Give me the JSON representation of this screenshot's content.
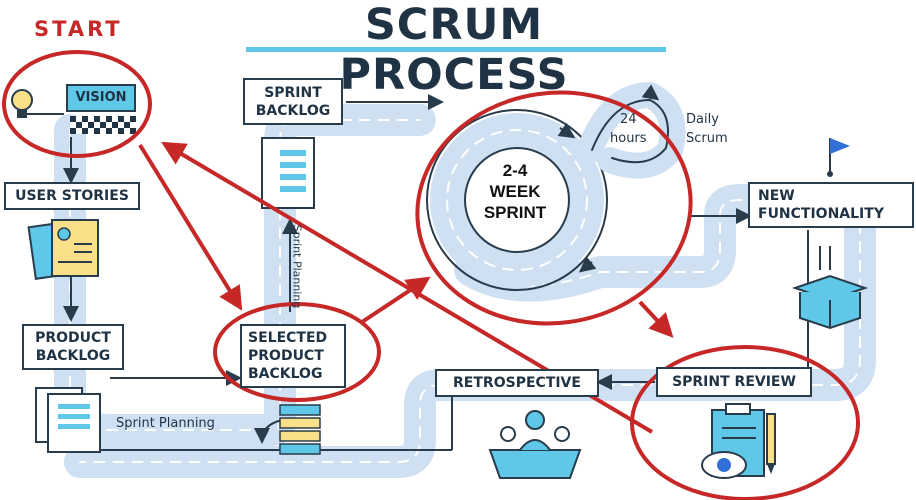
{
  "title": "SCRUM PROCESS",
  "start_label": "START",
  "steps": {
    "vision": "VISION",
    "user_stories": "USER STORIES",
    "product_backlog": [
      "PRODUCT",
      "BACKLOG"
    ],
    "sprint_backlog": [
      "SPRINT",
      "BACKLOG"
    ],
    "selected_product_backlog": [
      "SELECTED",
      "PRODUCT",
      "BACKLOG"
    ],
    "sprint": [
      "2-4",
      "WEEK",
      "SPRINT"
    ],
    "new_functionality": [
      "NEW",
      "FUNCTIONALITY"
    ],
    "sprint_review": "SPRINT REVIEW",
    "retrospective": "RETROSPECTIVE"
  },
  "labels": {
    "hours": [
      "24",
      "hours"
    ],
    "daily_scrum": [
      "Daily",
      "Scrum"
    ],
    "sprint_planning_h": "Sprint Planning",
    "sprint_planning_v": "Sprint Planning"
  },
  "colors": {
    "road": "#cfe0f3",
    "road_dash": "#ffffff",
    "dark": "#283c4c",
    "accent": "#5fc8e8",
    "highlight": "#c62828",
    "doc_yellow": "#fbe08a",
    "doc_blue": "#5fc8e8"
  }
}
